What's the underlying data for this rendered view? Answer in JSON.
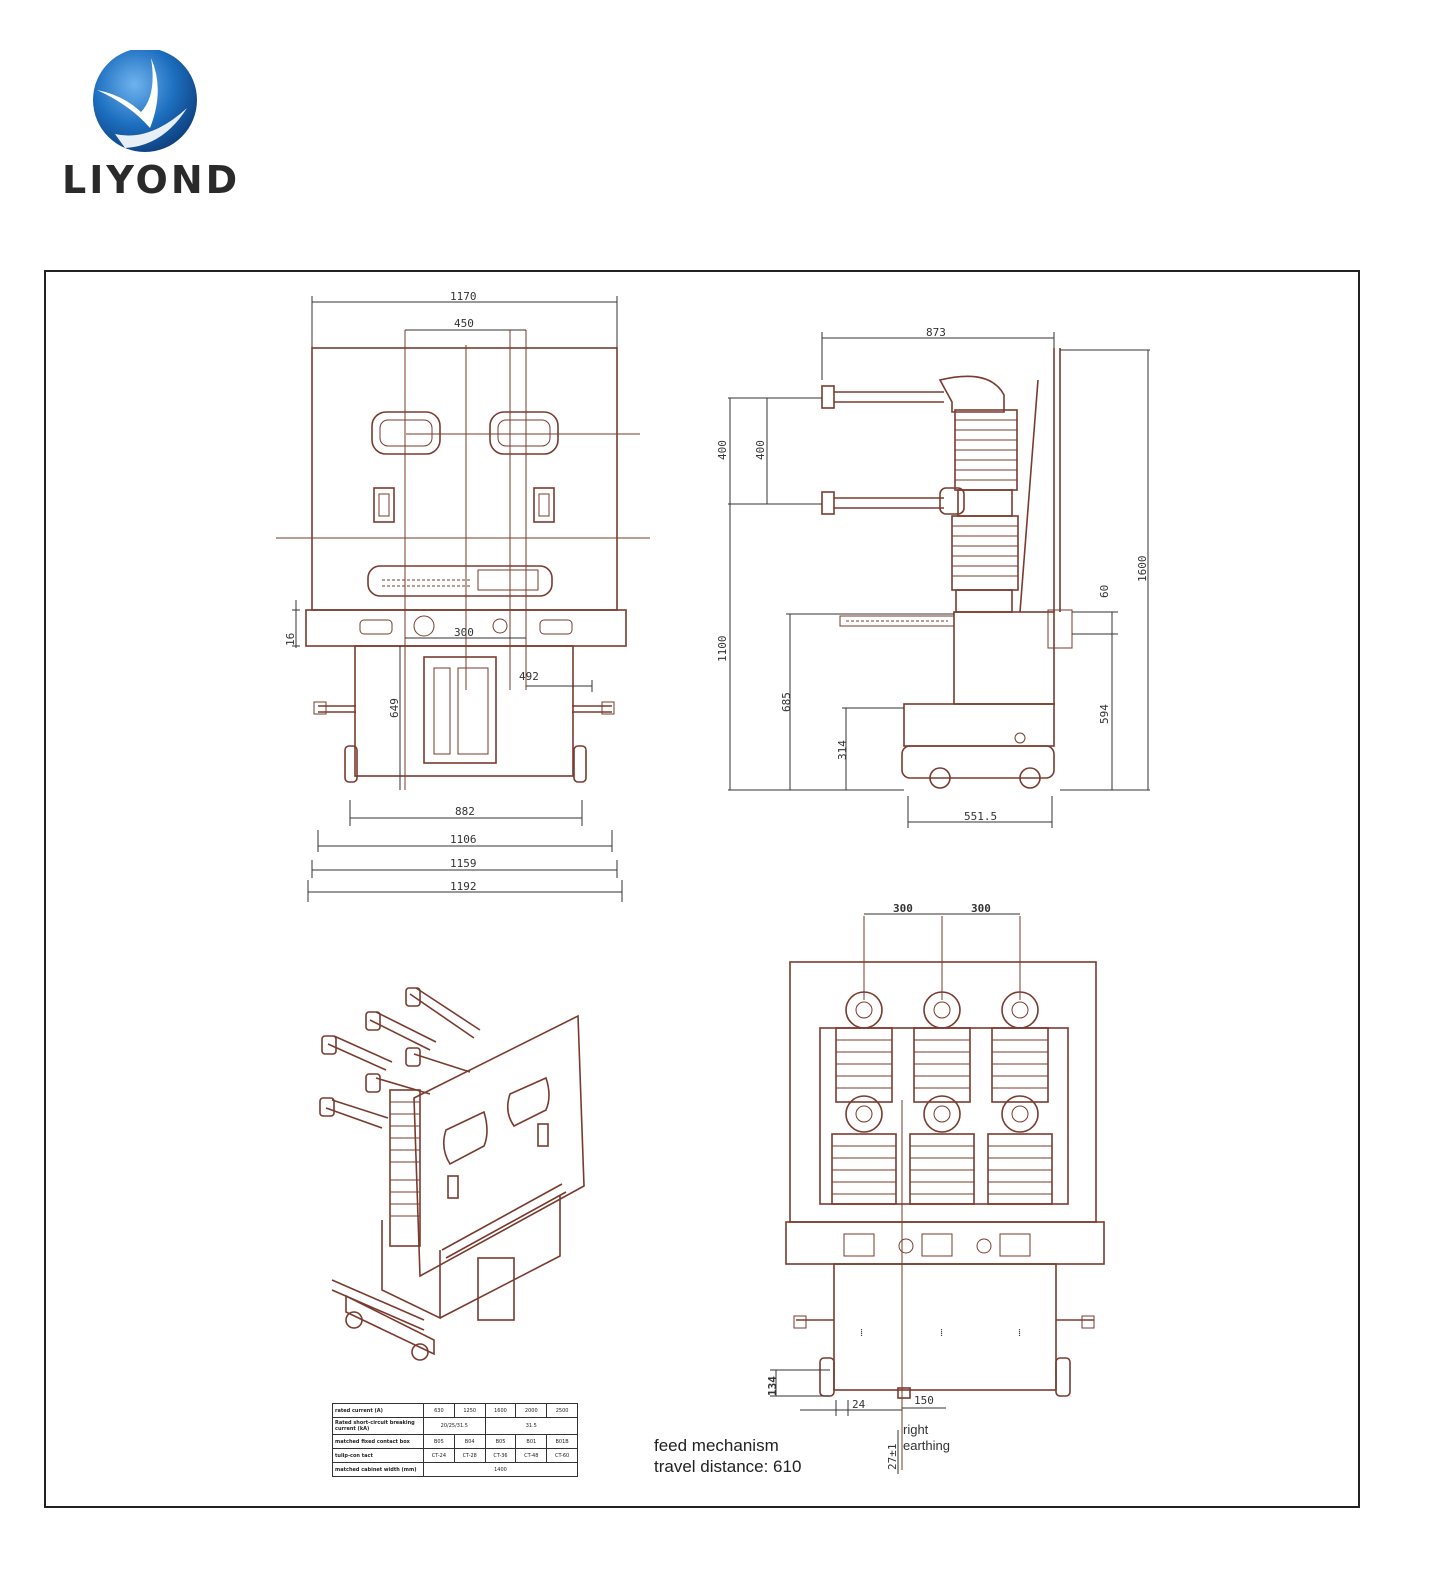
{
  "brand": {
    "name": "LIYOND",
    "colors": {
      "logo_blue": "#1d6fc0",
      "logo_dark": "#0d3d7a",
      "text": "#2a2a2a",
      "line": "#7a3b2e"
    }
  },
  "front_view": {
    "dims": {
      "top": "1170",
      "inner": "450",
      "side_16": "16",
      "center": "300",
      "offset": "492",
      "height": "649",
      "w882": "882",
      "w1106": "1106",
      "w1159": "1159",
      "w1192": "1192"
    }
  },
  "side_view": {
    "dims": {
      "depth": "873",
      "h400a": "400",
      "h400b": "400",
      "h1100": "1100",
      "h685": "685",
      "h314": "314",
      "h60": "60",
      "h1600": "1600",
      "h594": "594",
      "base": "551.5"
    }
  },
  "rear_view": {
    "dims": {
      "pitch1": "300",
      "pitch2": "300",
      "h134": "134",
      "w24": "24",
      "w150": "150",
      "h27": "27±1"
    },
    "labels": {
      "earthing": [
        "right",
        "earthing"
      ]
    }
  },
  "notes": {
    "feed": [
      "feed mechanism",
      "travel distance: 610"
    ]
  },
  "spec_table": {
    "rows": [
      [
        "rated current  (A)",
        "630",
        "1250",
        "1600",
        "2000",
        "2500"
      ],
      [
        "Rated short-circuit breaking current (kA)",
        "20/25/31.5",
        "",
        "31.5",
        "",
        ""
      ],
      [
        "matched fixed contact box",
        "B05",
        "B04",
        "B05",
        "B01",
        "B01B"
      ],
      [
        "tulip-con tact",
        "CT-24",
        "CT-28",
        "CT-36",
        "CT-48",
        "CT-60"
      ],
      [
        "matched cabinet width (mm)",
        "1400",
        "",
        "",
        "",
        ""
      ]
    ]
  }
}
